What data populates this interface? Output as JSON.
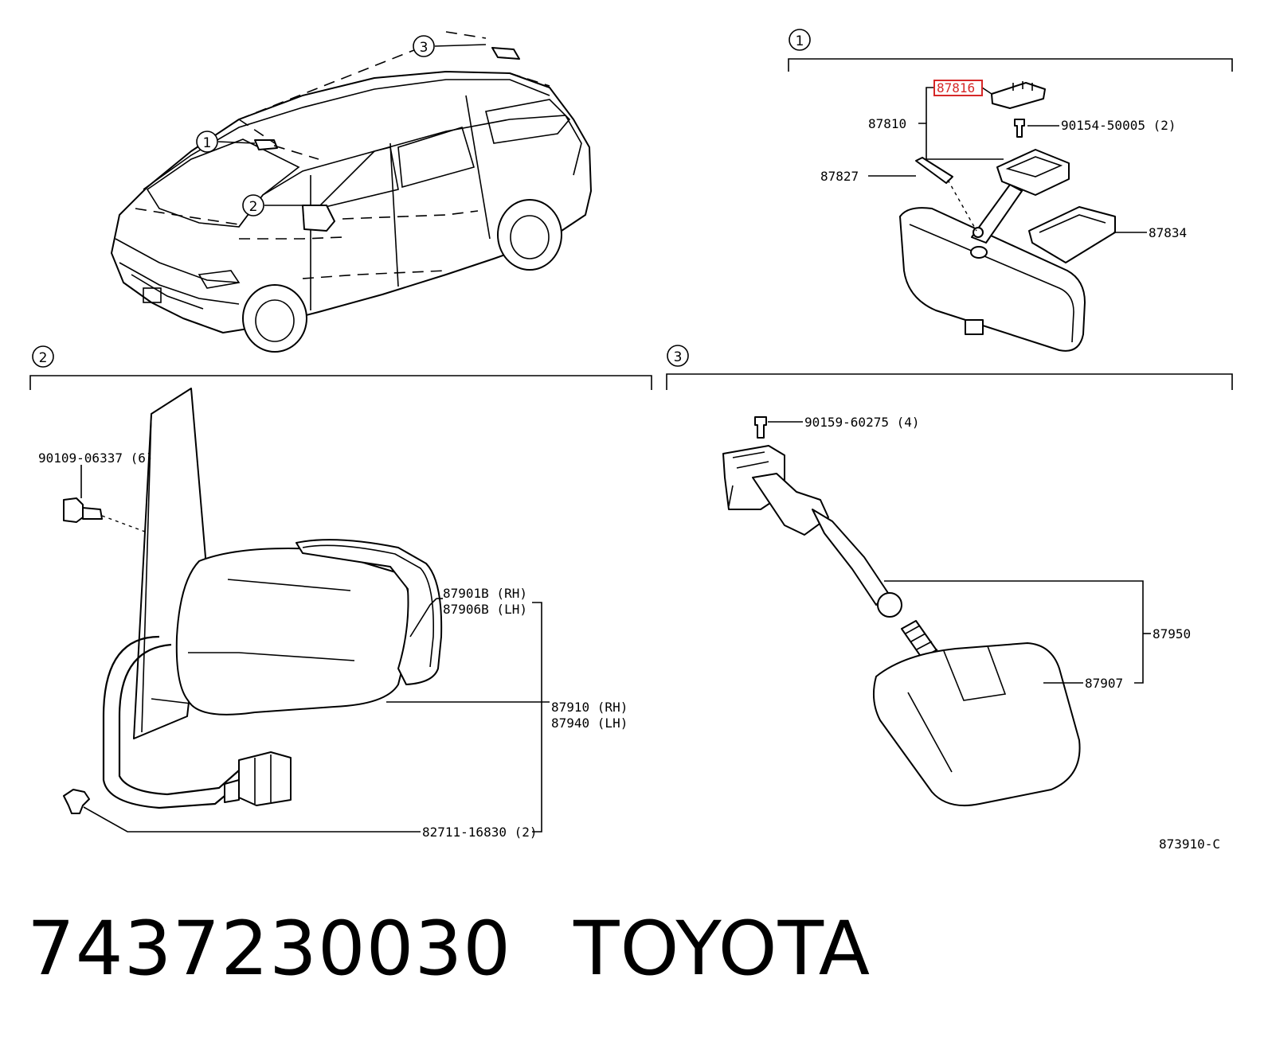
{
  "callouts": {
    "c1": "1",
    "c2": "2",
    "c3": "3"
  },
  "section1": {
    "number": "1",
    "labels": {
      "p87816": "87816",
      "p87810": "87810",
      "p90154": "90154-50005 (2)",
      "p87827": "87827",
      "p87834": "87834"
    },
    "highlight_color": "#d62828"
  },
  "section2": {
    "number": "2",
    "labels": {
      "p90109": "90109-06337 (6)",
      "p87901": "87901B (RH)",
      "p87906": "87906B (LH)",
      "p87910": "87910 (RH)",
      "p87940": "87940 (LH)",
      "p82711": "82711-16830 (2)"
    }
  },
  "section3": {
    "number": "3",
    "labels": {
      "p90159": "90159-60275 (4)",
      "p87950": "87950",
      "p87907": "87907"
    }
  },
  "figure_code": "873910-C",
  "footer": {
    "part_number": "7437230030",
    "brand": "TOYOTA"
  }
}
